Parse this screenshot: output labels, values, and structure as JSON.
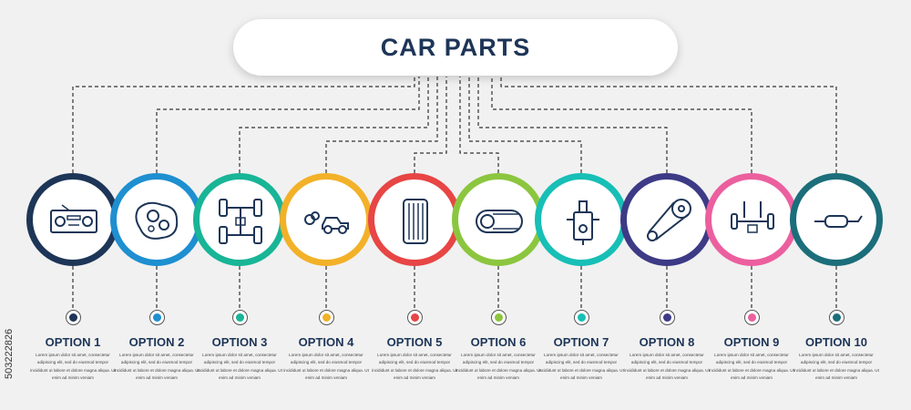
{
  "title": "CAR PARTS",
  "side_text": "503222826",
  "options": [
    {
      "label": "OPTION 1",
      "color": "#1d3557",
      "icon": "car-radio-icon",
      "desc": "Lorem ipsum dolor sit amet, consectetur adipiscing elit, sed do eiusmod tempor incididunt ut labore et dolore magna aliqua. Ut enim ad minim veniam"
    },
    {
      "label": "OPTION 2",
      "color": "#1e8fd0",
      "icon": "gears-engine-icon",
      "desc": "Lorem ipsum dolor sit amet, consectetur adipiscing elit, sed do eiusmod tempor incididunt ut labore et dolore magna aliqua. Ut enim ad minim veniam"
    },
    {
      "label": "OPTION 3",
      "color": "#18b596",
      "icon": "car-chassis-icon",
      "desc": "Lorem ipsum dolor sit amet, consectetur adipiscing elit, sed do eiusmod tempor incididunt ut labore et dolore magna aliqua. Ut enim ad minim veniam"
    },
    {
      "label": "OPTION 4",
      "color": "#f2b128",
      "icon": "car-exhaust-smoke-icon",
      "desc": "Lorem ipsum dolor sit amet, consectetur adipiscing elit, sed do eiusmod tempor incididunt ut labore et dolore magna aliqua. Ut enim ad minim veniam"
    },
    {
      "label": "OPTION 5",
      "color": "#e84545",
      "icon": "air-filter-icon",
      "desc": "Lorem ipsum dolor sit amet, consectetur adipiscing elit, sed do eiusmod tempor incididunt ut labore et dolore magna aliqua. Ut enim ad minim veniam"
    },
    {
      "label": "OPTION 6",
      "color": "#8cc63f",
      "icon": "timing-belt-icon",
      "desc": "Lorem ipsum dolor sit amet, consectetur adipiscing elit, sed do eiusmod tempor incididunt ut labore et dolore magna aliqua. Ut enim ad minim veniam"
    },
    {
      "label": "OPTION 7",
      "color": "#17bfb6",
      "icon": "fuel-pump-icon",
      "desc": "Lorem ipsum dolor sit amet, consectetur adipiscing elit, sed do eiusmod tempor incididunt ut labore et dolore magna aliqua. Ut enim ad minim veniam"
    },
    {
      "label": "OPTION 8",
      "color": "#3d3a86",
      "icon": "chain-drive-icon",
      "desc": "Lorem ipsum dolor sit amet, consectetur adipiscing elit, sed do eiusmod tempor incididunt ut labore et dolore magna aliqua. Ut enim ad minim veniam"
    },
    {
      "label": "OPTION 9",
      "color": "#ec5f9f",
      "icon": "axle-suspension-icon",
      "desc": "Lorem ipsum dolor sit amet, consectetur adipiscing elit, sed do eiusmod tempor incididunt ut labore et dolore magna aliqua. Ut enim ad minim veniam"
    },
    {
      "label": "OPTION 10",
      "color": "#1b6e7a",
      "icon": "muffler-icon",
      "desc": "Lorem ipsum dolor sit amet, consectetur adipiscing elit, sed do eiusmod tempor incididunt ut labore et dolore magna aliqua. Ut enim ad minim veniam"
    }
  ]
}
